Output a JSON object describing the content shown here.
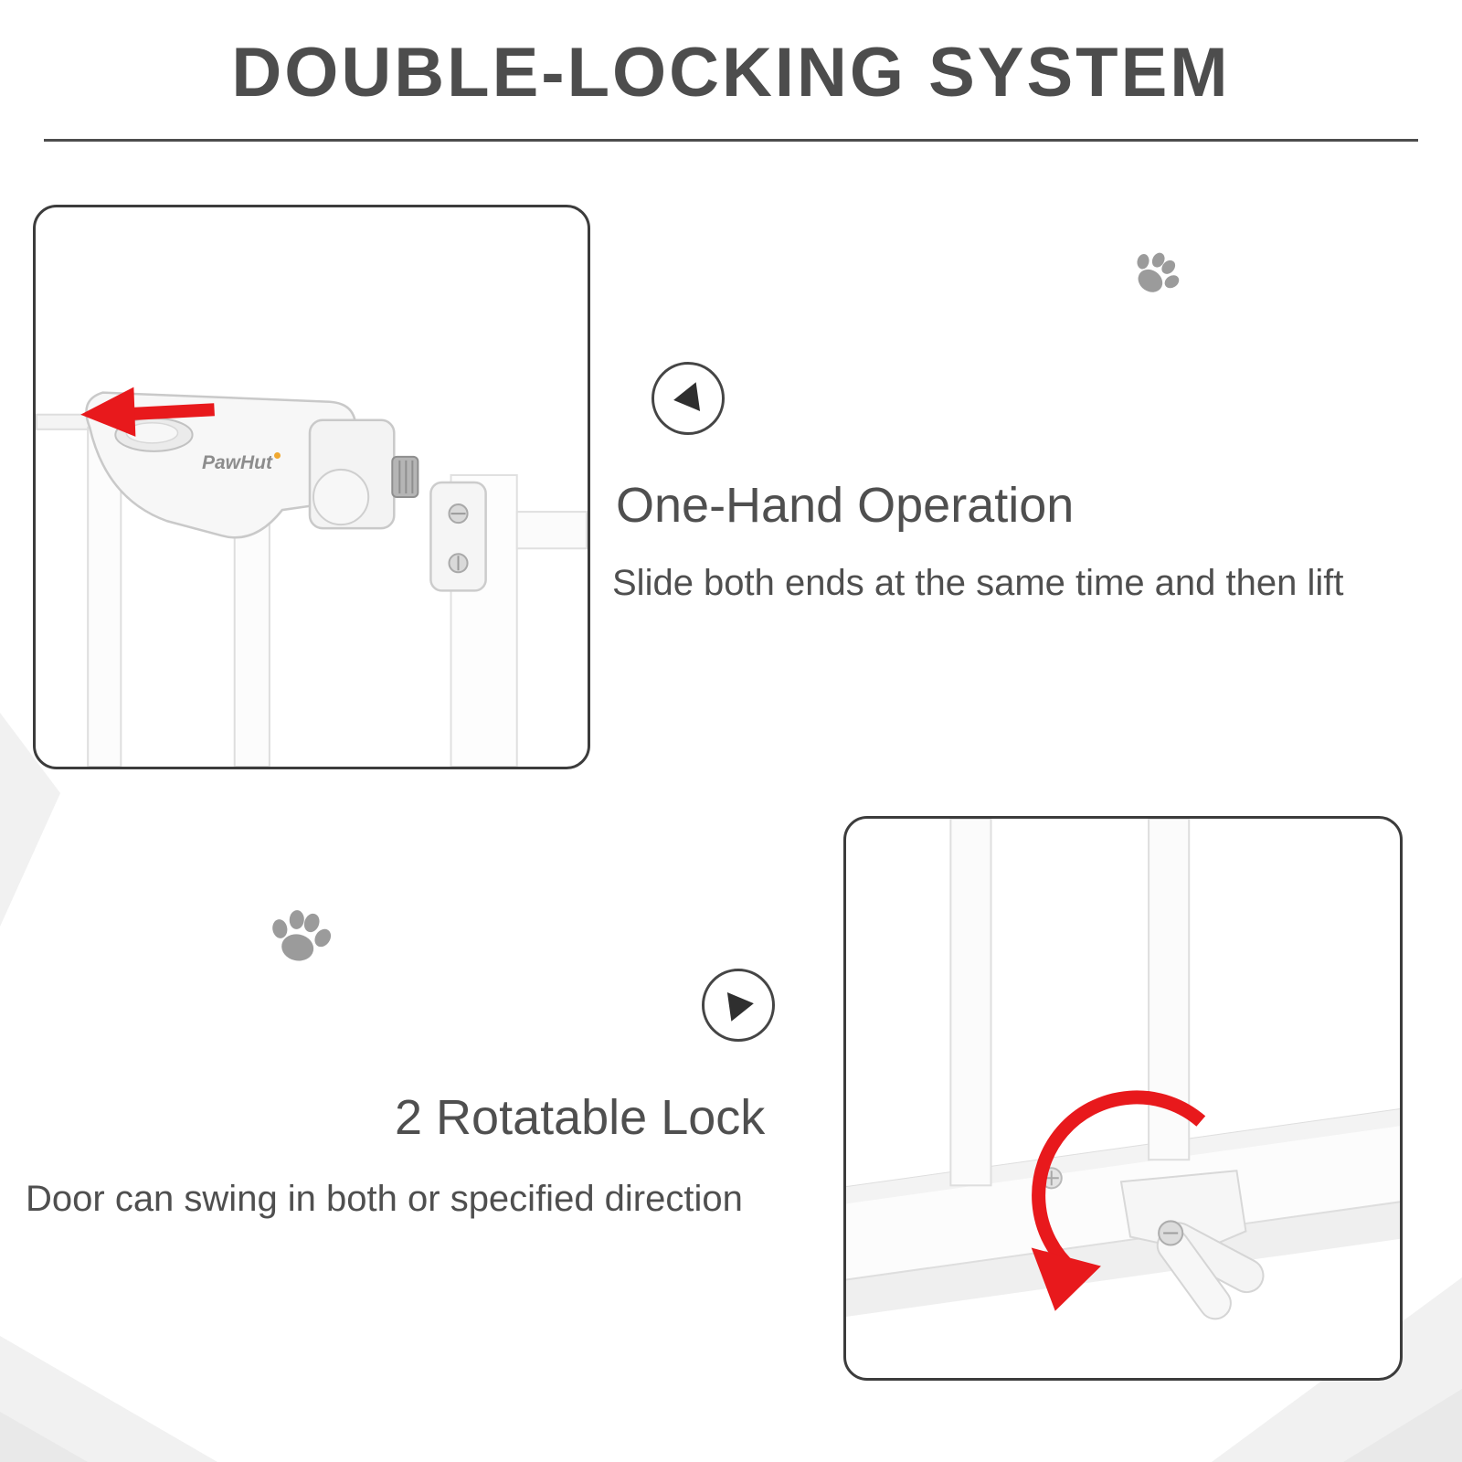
{
  "title": "DOUBLE-LOCKING SYSTEM",
  "brand": "PawHut",
  "features": [
    {
      "heading": "One-Hand Operation",
      "description": "Slide both ends at the same time and then lift"
    },
    {
      "heading": "2 Rotatable Lock",
      "description": "Door can swing in both or specified direction"
    }
  ],
  "icons": {
    "feature1_marker": "triangle-left-icon",
    "feature2_marker": "triangle-right-icon",
    "paw_top_right": "paw-icon",
    "paw_mid_left": "paw-icon",
    "panel1_arrow": "red-arrow-left-icon",
    "panel2_arrow": "red-rotate-arrow-icon"
  },
  "colors": {
    "accent_red": "#e8191c",
    "text_gray": "#4f4f4f",
    "panel_border": "#3c3c3c",
    "paw_gray": "#9b9b9b",
    "background_shape": "#f1f1f1"
  }
}
